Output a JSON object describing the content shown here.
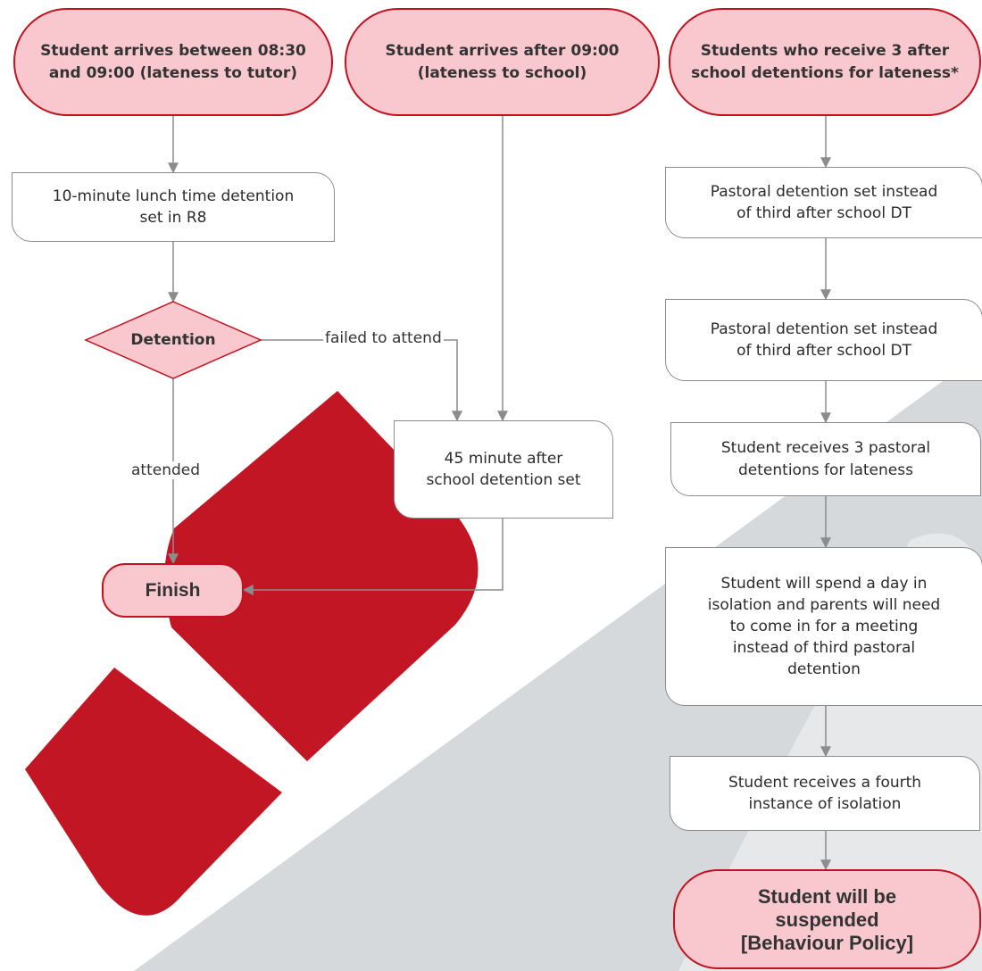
{
  "colors": {
    "terminal_fill": "#f9c8cf",
    "terminal_border": "#c2121e",
    "decor_red": "#c31624",
    "decor_grey": "#d6d9dc",
    "connector": "#8c8c8c"
  },
  "nodes": {
    "start_tutor": "Student arrives between 08:30\nand 09:00 (lateness to tutor)",
    "start_school": "Student arrives after 09:00\n(lateness to school)",
    "start_three": "Students who receive 3 after\nschool detentions for lateness*",
    "lunch_detention": "10-minute lunch time detention\nset in R8",
    "decision": "Detention",
    "after_school_45": "45 minute after\nschool detention set",
    "finish": "Finish",
    "pastoral_1": "Pastoral detention set instead\nof third after school DT",
    "pastoral_2": "Pastoral detention set instead\nof third after school DT",
    "three_pastoral": "Student receives 3 pastoral\ndetentions for lateness",
    "isolation_day": "Student will spend a day in\nisolation and parents will need\nto come in for a meeting\ninstead of third pastoral\ndetention",
    "fourth_isolation": "Student receives a fourth\ninstance of isolation",
    "suspended": "Student will be\nsuspended\n[Behaviour Policy]"
  },
  "edge_labels": {
    "failed": "failed to attend",
    "attended": "attended"
  }
}
